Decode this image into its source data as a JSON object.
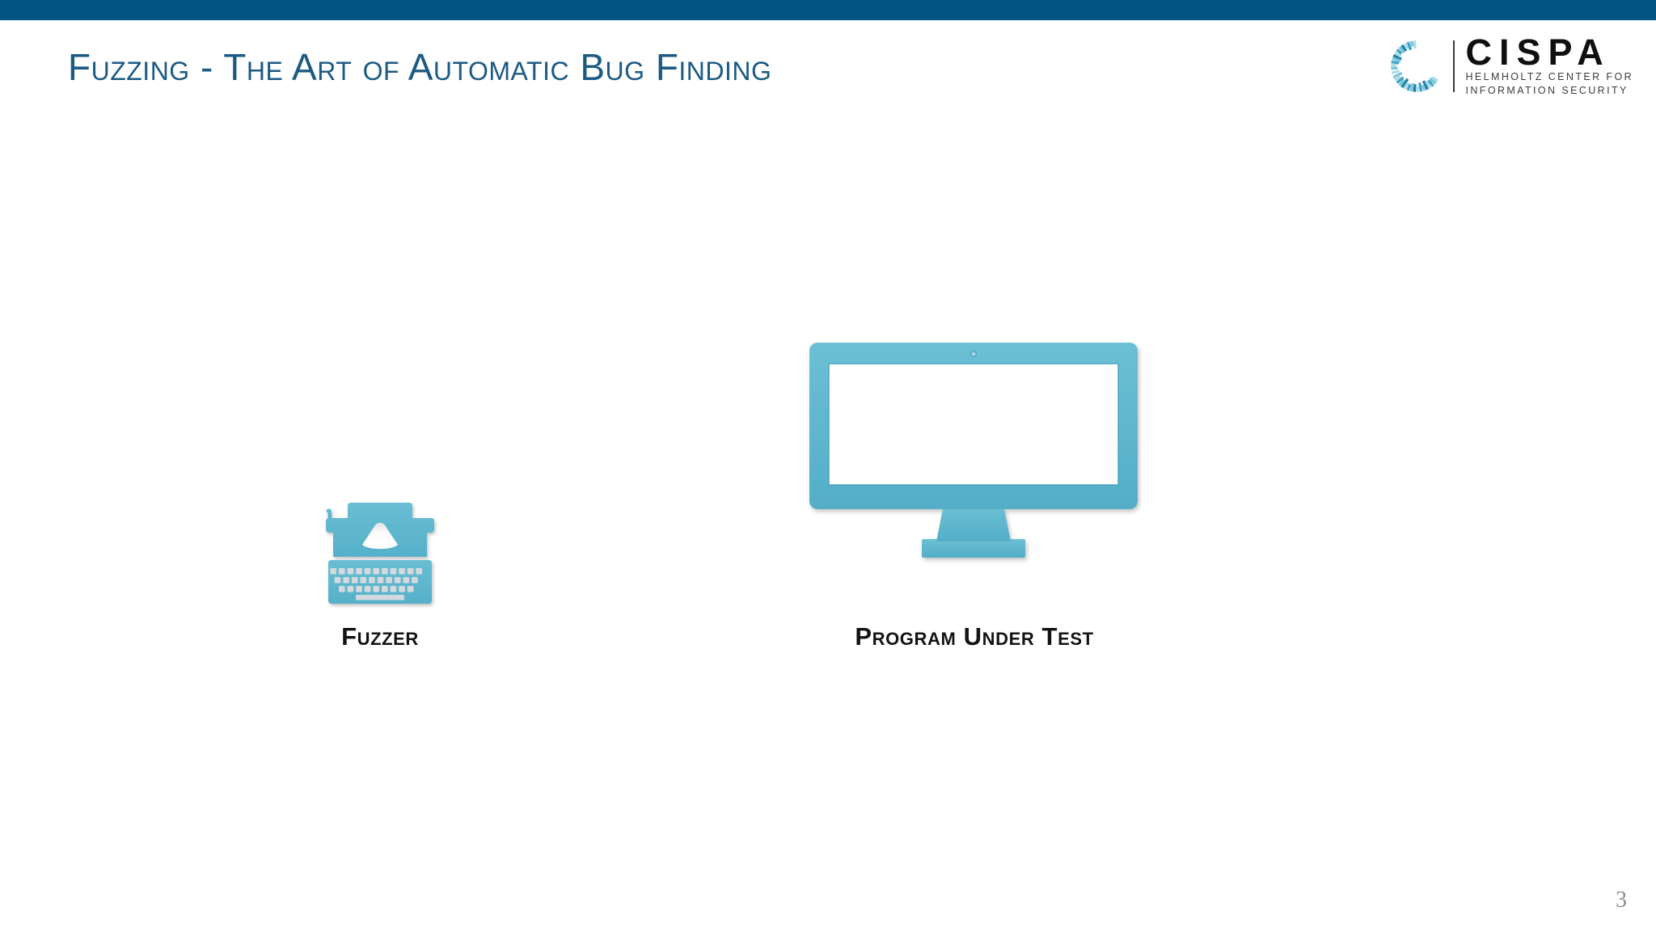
{
  "slide": {
    "title": "Fuzzing - The Art of Automatic Bug Finding",
    "page_number": "3",
    "background_color": "#ffffff",
    "top_bar_color": "#015581",
    "title_color": "#1b5a83",
    "accent_icon_color": "#5eb6ce"
  },
  "logo": {
    "wordmark": "CISPA",
    "tagline_line1": "HELMHOLTZ CENTER FOR",
    "tagline_line2": "INFORMATION SECURITY",
    "mark_icon": "cispa-c-ring-icon",
    "mark_colors": [
      "#1f7fa8",
      "#3fa3c4",
      "#7cc6dc",
      "#aadbe8"
    ]
  },
  "diagram": {
    "nodes": [
      {
        "id": "fuzzer",
        "caption": "Fuzzer",
        "icon": "typewriter-icon",
        "color": "#5eb6ce"
      },
      {
        "id": "program-under-test",
        "caption": "Program Under Test",
        "icon": "desktop-monitor-icon",
        "color": "#5eb6ce"
      }
    ]
  }
}
